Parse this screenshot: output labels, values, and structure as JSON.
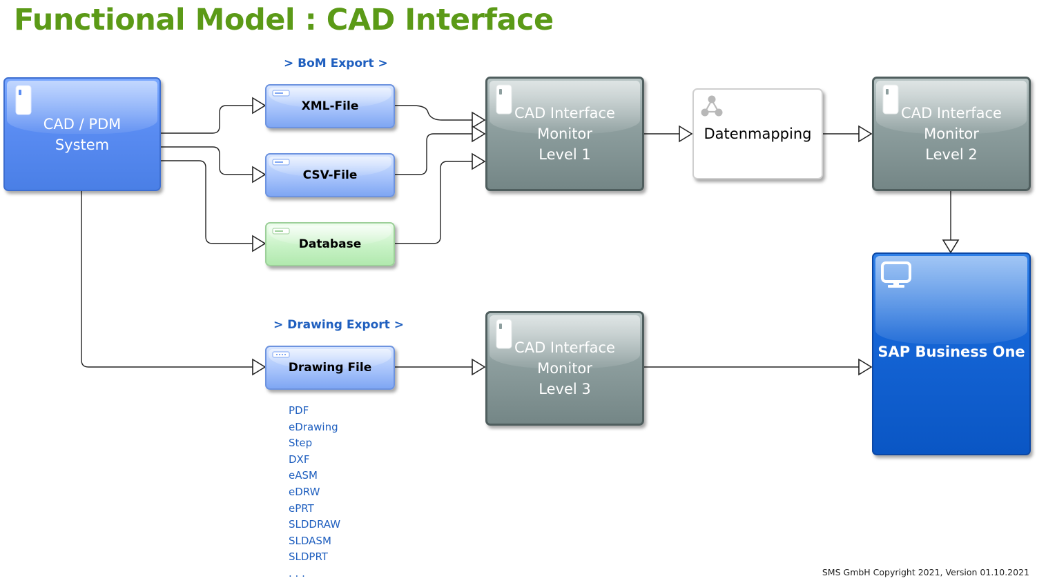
{
  "title": "Functional Model : CAD Interface",
  "sections": {
    "bom_export": "> BoM Export >",
    "drawing_export": "> Drawing Export >"
  },
  "nodes": {
    "cad_pdm": "CAD / PDM\nSystem",
    "xml_file": "XML-File",
    "csv_file": "CSV-File",
    "database": "Database",
    "drawing_file": "Drawing File",
    "monitor_1": "CAD Interface\nMonitor\nLevel 1",
    "datenmapping": "Datenmapping",
    "monitor_2": "CAD Interface\nMonitor\nLevel 2",
    "monitor_3": "CAD Interface\nMonitor\nLevel 3",
    "sap": "SAP Business One"
  },
  "formats": [
    "PDF",
    "eDrawing",
    "Step",
    "DXF",
    "eASM",
    "eDRW",
    "ePRT",
    "SLDDRAW",
    "SLDASM",
    "SLDPRT",
    ". . ."
  ],
  "footer": "SMS GmbH Copyright 2021, Version 01.10.2021",
  "icons": {
    "device": "device-icon",
    "file": "file-icon",
    "network": "network-icon",
    "monitor": "monitor-icon"
  },
  "colors": {
    "title": "#5b9a17",
    "section_label": "#1f5fbf",
    "system_blue": "#5a8cf2",
    "monitor_gray": "#8d9e9e",
    "file_blue": "#a8c4fb",
    "database_green": "#c8f2c6",
    "sap_blue": "#1565d6"
  }
}
